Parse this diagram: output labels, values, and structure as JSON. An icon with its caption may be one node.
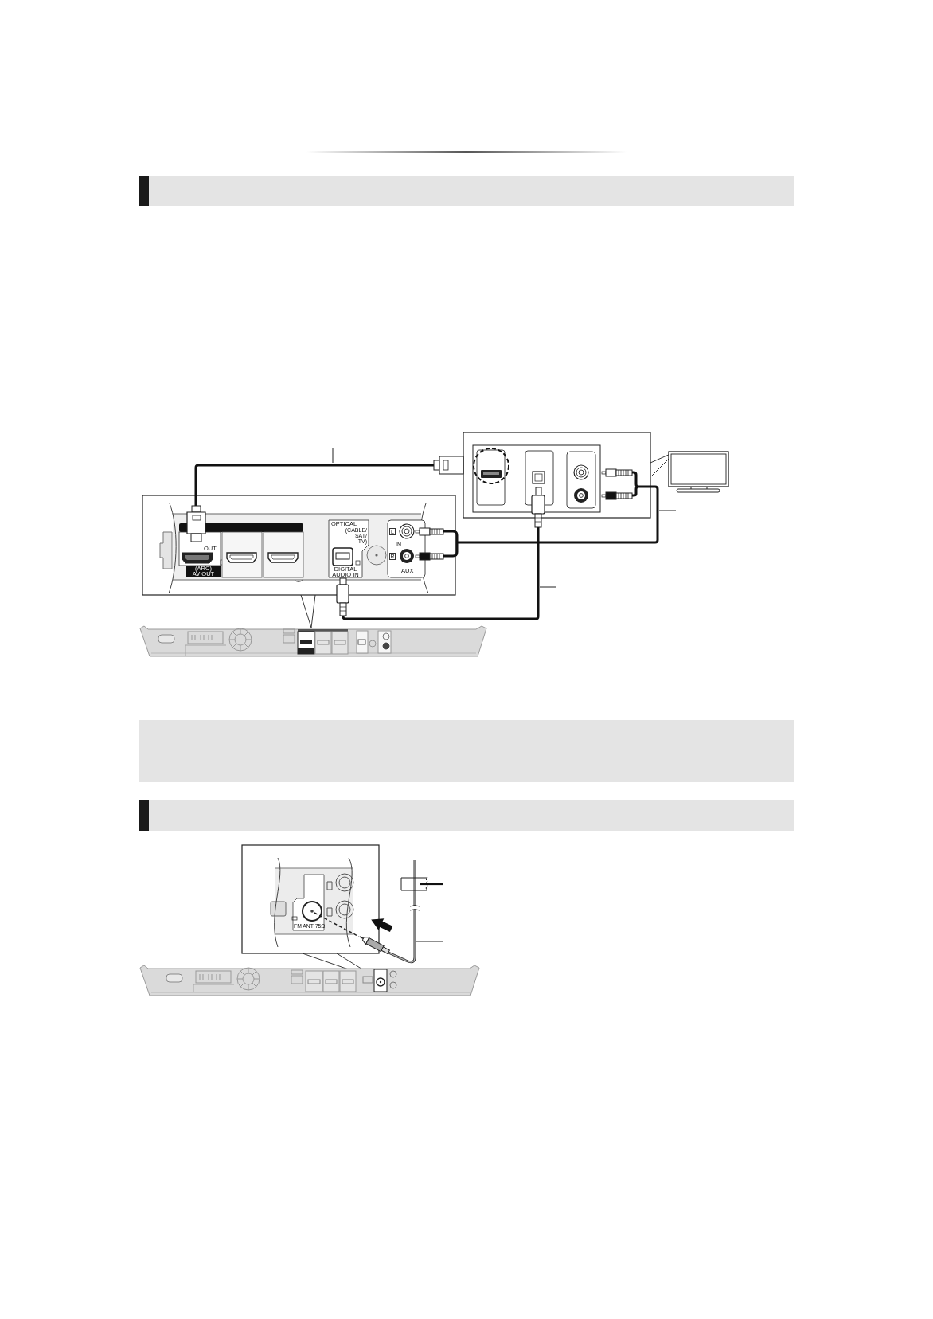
{
  "diagram": {
    "labels": [
      "OUT",
      "(ARC) AV OUT",
      "OPTICAL",
      "(CABLE/ SAT/ TV)",
      "DIGITAL AUDIO IN",
      "L",
      "IN",
      "R",
      "AUX",
      "FM ANT 75Ω"
    ]
  }
}
